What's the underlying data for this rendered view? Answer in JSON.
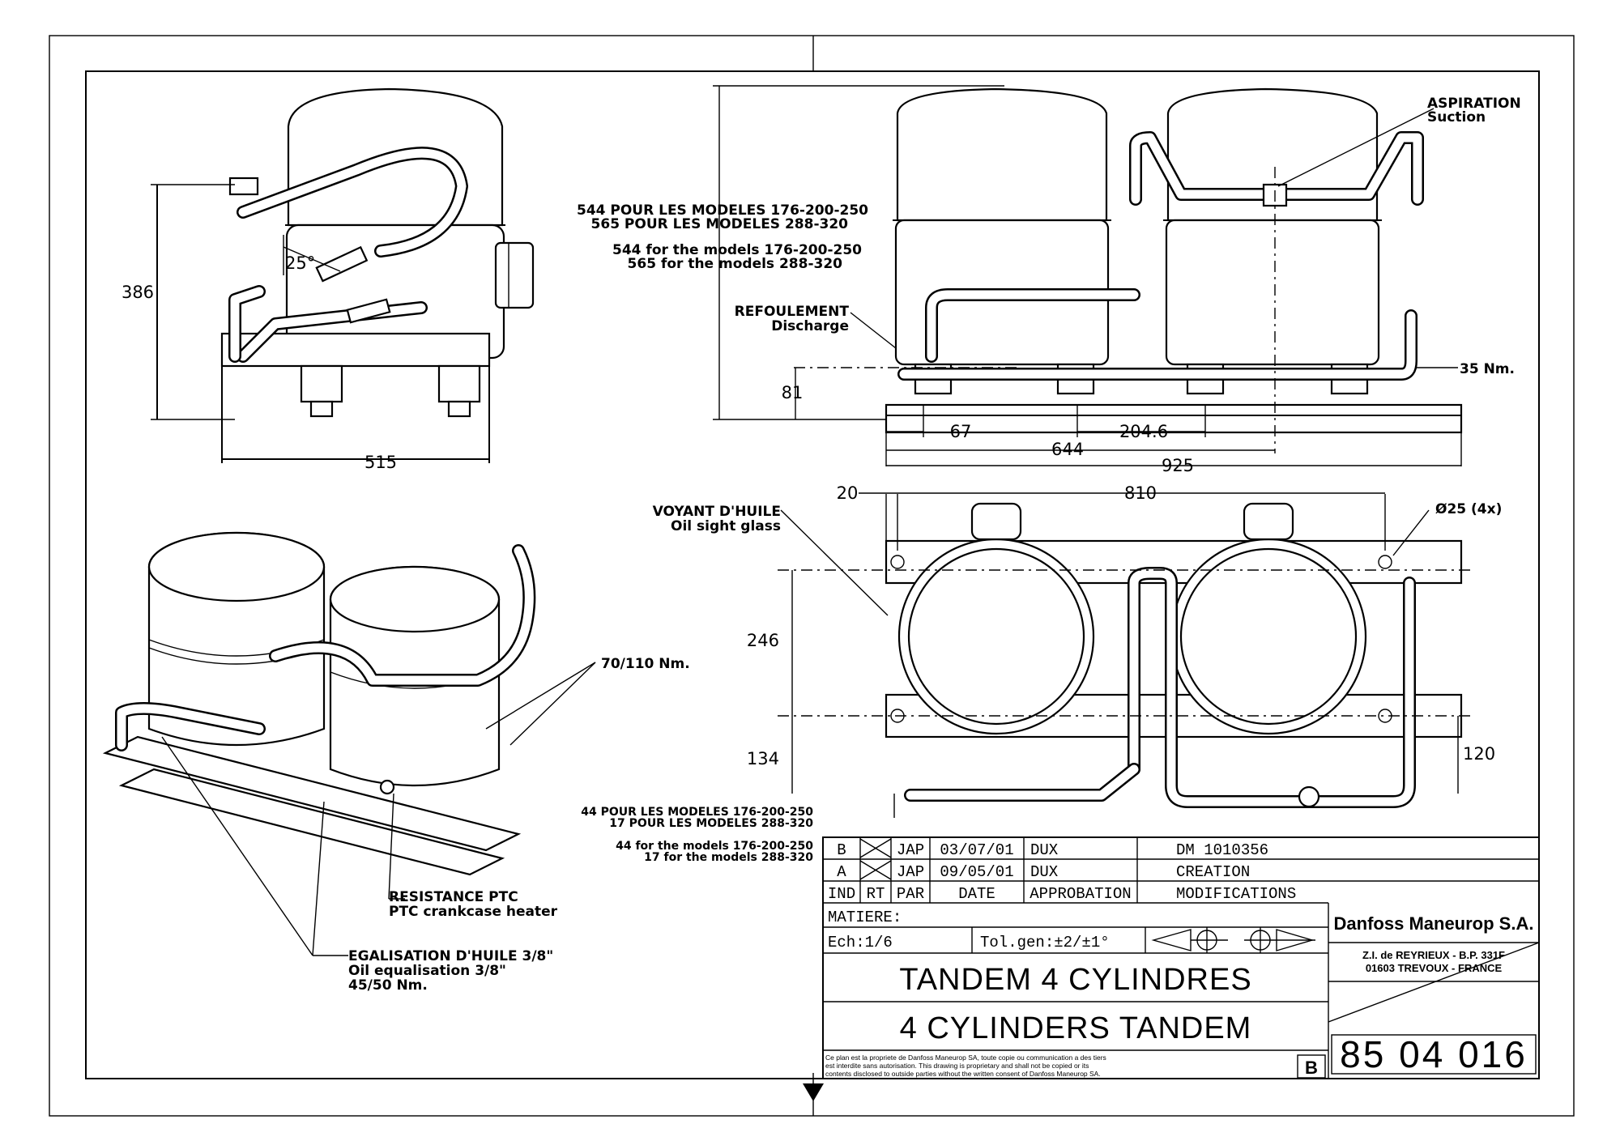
{
  "views": {
    "side": {
      "height_dim": "386",
      "width_dim": "515",
      "angle": "25°"
    },
    "front": {
      "height_note_fr": [
        "544 POUR LES MODELES 176-200-250",
        "565 POUR LES MODELES 288-320"
      ],
      "height_note_en": [
        "544 for the models 176-200-250",
        "565 for the models 288-320"
      ],
      "suction_fr": "ASPIRATION",
      "suction_en": "Suction",
      "discharge_fr": "REFOULEMENT",
      "discharge_en": "Discharge",
      "dim_81": "81",
      "dim_67": "67",
      "dim_204": "204.6",
      "dim_644": "644",
      "dim_925": "925",
      "torque_35": "35 Nm."
    },
    "top": {
      "dim_20": "20",
      "dim_810": "810",
      "holes": "Ø25 (4x)",
      "sight_fr": "VOYANT D'HUILE",
      "sight_en": "Oil sight glass",
      "dim_246": "246",
      "dim_134": "134",
      "dim_120": "120",
      "offset_fr": [
        "44 POUR LES MODELES 176-200-250",
        "17 POUR LES MODELES 288-320"
      ],
      "offset_en": [
        "44 for the models 176-200-250",
        "17 for the models 288-320"
      ]
    },
    "iso": {
      "torque_70": "70/110 Nm.",
      "ptc_fr": "RESISTANCE PTC",
      "ptc_en": "PTC crankcase heater",
      "oil_fr": "EGALISATION D'HUILE 3/8\"",
      "oil_en": "Oil equalisation 3/8\"",
      "oil_torque": "45/50 Nm."
    }
  },
  "title_block": {
    "revisions": [
      {
        "ind": "B",
        "par": "JAP",
        "date": "03/07/01",
        "appro": "DUX",
        "mod": "DM 1010356"
      },
      {
        "ind": "A",
        "par": "JAP",
        "date": "09/05/01",
        "appro": "DUX",
        "mod": "CREATION"
      }
    ],
    "headers": {
      "ind": "IND",
      "rt": "RT",
      "par": "PAR",
      "date": "DATE",
      "appro": "APPROBATION",
      "mod": "MODIFICATIONS"
    },
    "matiere": "MATIERE:",
    "echelle": "Ech:1/6",
    "tolerance": "Tol.gen:±2/±1°",
    "title_fr": "TANDEM 4 CYLINDRES",
    "title_en": "4 CYLINDERS TANDEM",
    "company": "Danfoss Maneurop S.A.",
    "address1": "Z.I. de REYRIEUX - B.P. 331F",
    "address2": "01603 TREVOUX - FRANCE",
    "drawing_number": "85 04 016",
    "revision_letter": "B",
    "disclaimer": [
      "Ce plan est la propriete de Danfoss Maneurop SA, toute copie ou communication a des tiers",
      "est interdite sans autorisation. This drawing is proprietary and shall not be copied or its",
      "contents disclosed to outside parties without the written consent of Danfoss Maneurop SA."
    ]
  }
}
